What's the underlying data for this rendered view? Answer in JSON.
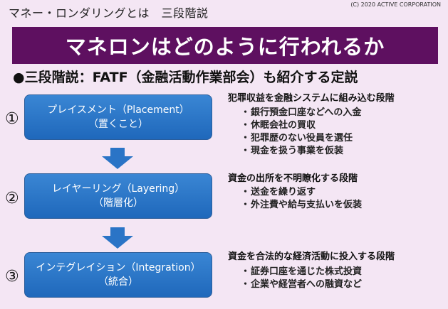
{
  "header": {
    "title": "マネー・ロンダリングとは　三段階説",
    "copyright": "(C) 2020 ACTIVE CORPORATION"
  },
  "banner": {
    "text": "マネロンはどのように行われるか"
  },
  "subheading": "●三段階説：FATF（金融活動作業部会）も紹介する定説",
  "steps": [
    {
      "number": "①",
      "line1": "プレイスメント（Placement）",
      "line2": "（置くこと）",
      "heading": "犯罪収益を金融システムに組み込む段階",
      "bullets": [
        "銀行預金口座などへの入金",
        "休眠会社の買収",
        "犯罪歴のない役員を選任",
        "現金を扱う事業を仮装"
      ]
    },
    {
      "number": "②",
      "line1": "レイヤーリング（Layering）",
      "line2": "（階層化）",
      "heading": "資金の出所を不明瞭化する段階",
      "bullets": [
        "送金を繰り返す",
        "外注費や給与支払いを仮装"
      ]
    },
    {
      "number": "③",
      "line1": "インテグレイション（Integration）",
      "line2": "（統合）",
      "heading": "資金を合法的な経済活動に投入する段階",
      "bullets": [
        "証券口座を通じた株式投資",
        "企業や経営者への融資など"
      ]
    }
  ],
  "colors": {
    "banner": "#5e1060",
    "step_box": "#2a74c6",
    "arrow": "#2a74c6",
    "background": "#f4e6f4"
  }
}
